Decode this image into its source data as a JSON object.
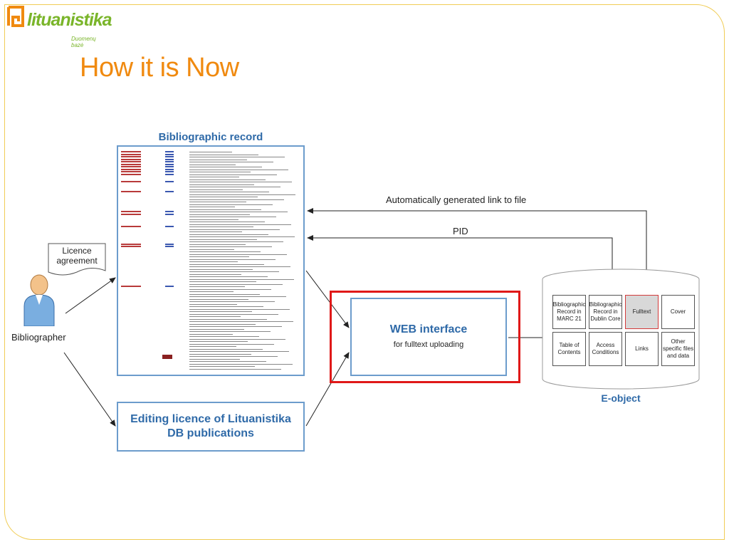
{
  "logo": {
    "name": "lituanistika",
    "subtitle": "Duomenų bazė",
    "accent": "#7ab52a",
    "mark_color": "#f08a10"
  },
  "slide": {
    "title": "How it is Now",
    "title_color": "#f08a10",
    "border_color": "#f0cc55"
  },
  "diagram": {
    "bibliographic_record_title": "Bibliographic record",
    "editing_licence": "Editing licence of Lituanistika DB publications",
    "web_interface_title": "WEB interface",
    "web_interface_sub": "for fulltext uploading",
    "auto_link_label": "Automatically generated link to file",
    "pid_label": "PID",
    "licence_agreement": "Licence agreement",
    "bibliographer": "Bibliographer",
    "e_object_label": "E-object",
    "e_object_cells": [
      [
        "Bibliographic Record in MARC 21",
        "Bibliographic Record in Dublin Core",
        "Fulltext",
        "Cover"
      ],
      [
        "Table of Contents",
        "Access Conditions",
        "Links",
        "Other specific files and data"
      ]
    ],
    "highlight_cell": "Fulltext",
    "colors": {
      "box_blue": "#2f6aa8",
      "box_border": "#6c9ccc",
      "highlight_red": "#e01818"
    }
  }
}
